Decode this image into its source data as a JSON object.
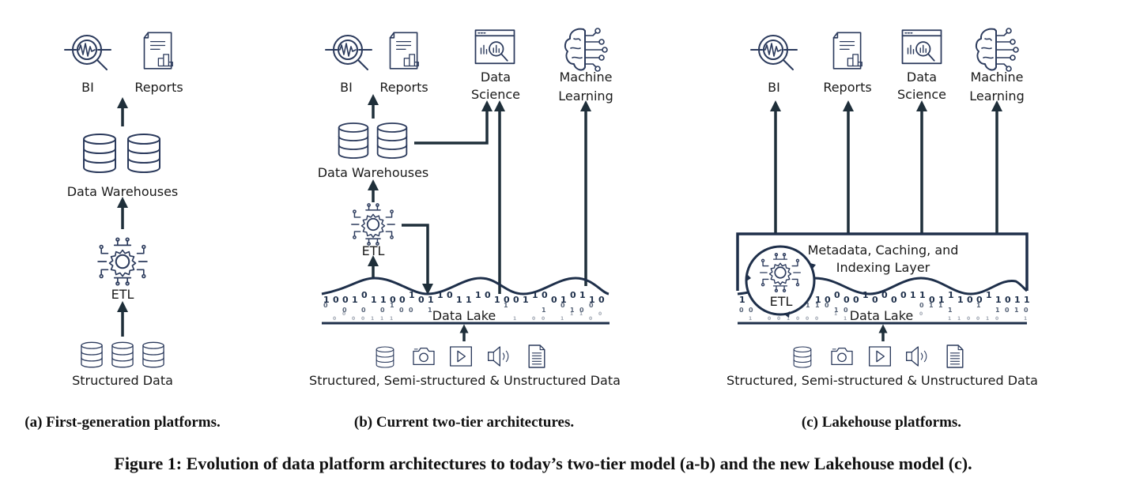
{
  "panels": {
    "a": {
      "consumers": [
        {
          "label": "BI",
          "icon": "bi-magnifier-icon"
        },
        {
          "label": "Reports",
          "icon": "report-document-icon"
        }
      ],
      "warehouse_label": "Data Warehouses",
      "etl_label": "ETL",
      "sources_label": "Structured Data",
      "caption": "(a) First-generation platforms."
    },
    "b": {
      "consumers": [
        {
          "label": "BI",
          "icon": "bi-magnifier-icon"
        },
        {
          "label": "Reports",
          "icon": "report-document-icon"
        },
        {
          "label_line1": "Data",
          "label_line2": "Science",
          "icon": "data-science-icon"
        },
        {
          "label_line1": "Machine",
          "label_line2": "Learning",
          "icon": "brain-circuit-icon"
        }
      ],
      "warehouse_label": "Data Warehouses",
      "etl_label": "ETL",
      "lake_label": "Data Lake",
      "sources_label": "Structured, Semi-structured & Unstructured Data",
      "caption": "(b) Current two-tier architectures."
    },
    "c": {
      "consumers": [
        {
          "label": "BI",
          "icon": "bi-magnifier-icon"
        },
        {
          "label": "Reports",
          "icon": "report-document-icon"
        },
        {
          "label_line1": "Data",
          "label_line2": "Science",
          "icon": "data-science-icon"
        },
        {
          "label_line1": "Machine",
          "label_line2": "Learning",
          "icon": "brain-circuit-icon"
        }
      ],
      "layer_line1": "Metadata, Caching, and",
      "layer_line2": "Indexing Layer",
      "etl_label": "ETL",
      "lake_label": "Data Lake",
      "sources_label": "Structured, Semi-structured & Unstructured Data",
      "caption": "(c) Lakehouse platforms."
    }
  },
  "source_icons": [
    "database-icon",
    "camera-icon",
    "video-play-icon",
    "speaker-icon",
    "text-file-icon"
  ],
  "figure_caption": "Figure 1: Evolution of data platform architectures to today’s two-tier model (a-b) and the new Lakehouse model (c)."
}
